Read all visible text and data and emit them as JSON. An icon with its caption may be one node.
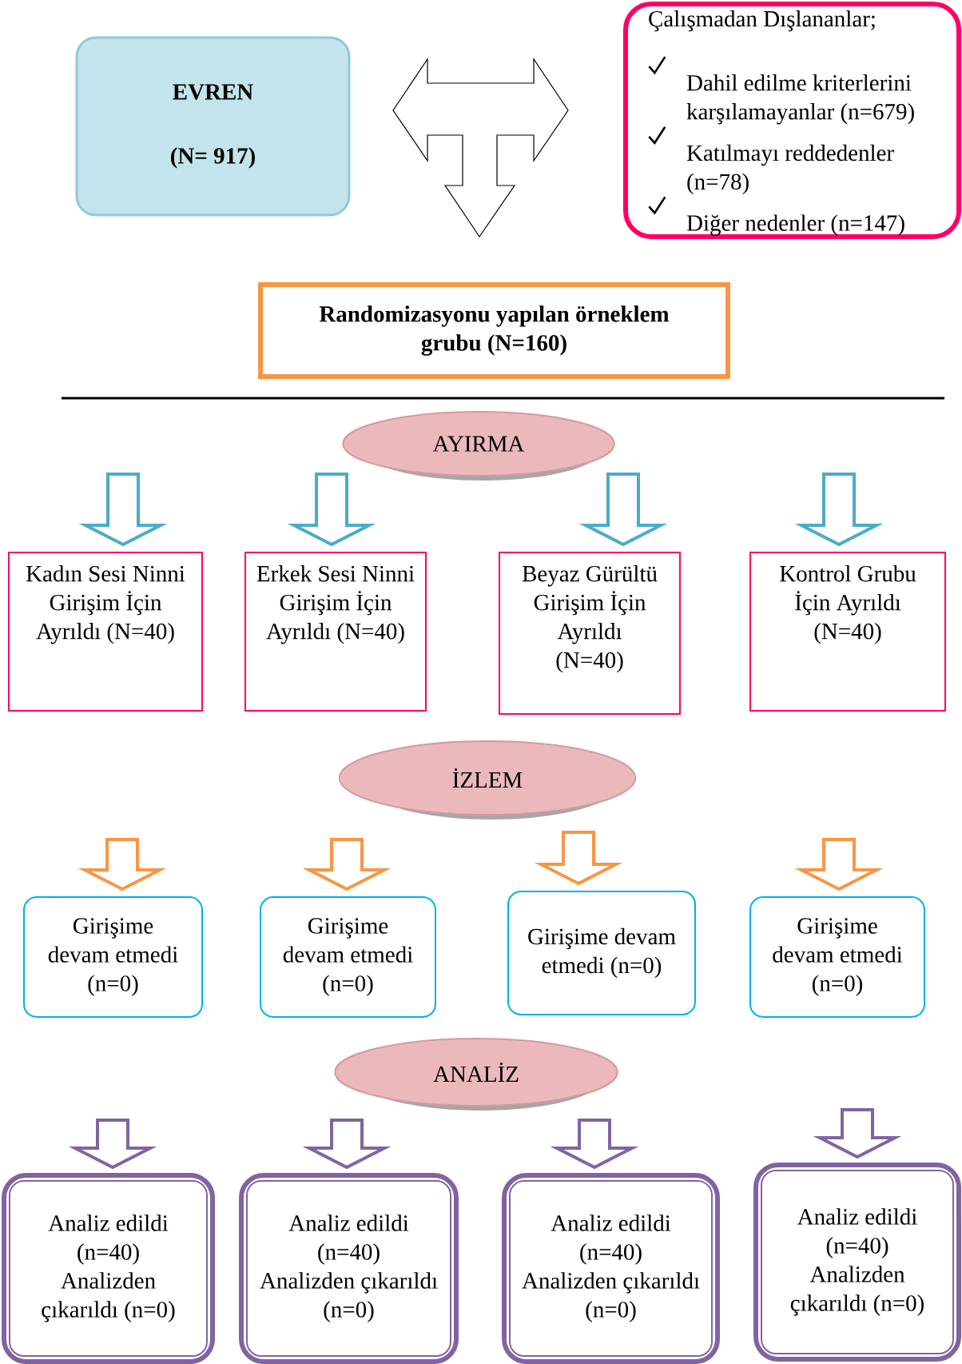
{
  "diagram": {
    "nodes": [
      {
        "text": [
          "EVREN",
          "(N= 917)"
        ]
      },
      {
        "text": [
          "Çalışmadan Dışlananlar;",
          "Dahil edilme kriterlerini karşılamayanlar (n=679)",
          "Katılmayı reddedenler (n=78)",
          "Diğer nedenler (n=147)"
        ]
      },
      {
        "text": [
          "Randomizasyonu yapılan örneklem grubu (N=160)"
        ]
      },
      {
        "text": [
          "AYIRMA"
        ]
      },
      {
        "text": [
          "Kadın Sesi Ninni Girişim İçin Ayrıldı (N=40)"
        ]
      },
      {
        "text": [
          "Erkek Sesi Ninni Girişim İçin Ayrıldı (N=40)"
        ]
      },
      {
        "text": [
          "Beyaz Gürültü Girişim İçin Ayrıldı (N=40)"
        ]
      },
      {
        "text": [
          "Kontrol Grubu İçin Ayrıldı (N=40)"
        ]
      },
      {
        "text": [
          "İZLEM"
        ]
      },
      {
        "text": [
          "Girişime devam etmedi (n=0)"
        ]
      },
      {
        "text": [
          "Girişime devam etmedi (n=0)"
        ]
      },
      {
        "text": [
          "Girişime devam etmedi (n=0)"
        ]
      },
      {
        "text": [
          "Girişime devam etmedi (n=0)"
        ]
      },
      {
        "text": [
          "ANALİZ"
        ]
      },
      {
        "text": [
          "Analiz edildi (n=40)",
          "Analizden çıkarıldı (n=0)"
        ]
      },
      {
        "text": [
          "Analiz edildi (n=40)",
          "Analizden çıkarıldı (n=0)"
        ]
      },
      {
        "text": [
          "Analiz edildi (n=40)",
          "Analizden çıkarıldı (n=0)"
        ]
      },
      {
        "text": [
          "Analiz edildi (n=40)",
          "Analizden çıkarıldı (n=0)"
        ]
      }
    ],
    "edges": [
      {
        "from": 0,
        "to": 1,
        "arrow": "both"
      },
      {
        "from": 0,
        "to": 2,
        "arrow": "both"
      },
      {
        "from": null,
        "to": 4,
        "arrow": "to",
        "color": "#4bacc6"
      },
      {
        "from": null,
        "to": 5,
        "arrow": "to",
        "color": "#4bacc6"
      },
      {
        "from": null,
        "to": 6,
        "arrow": "to",
        "color": "#4bacc6"
      },
      {
        "from": null,
        "to": 7,
        "arrow": "to",
        "color": "#4bacc6"
      },
      {
        "from": null,
        "to": 9,
        "arrow": "to",
        "color": "#f79646"
      },
      {
        "from": null,
        "to": 10,
        "arrow": "to",
        "color": "#f79646"
      },
      {
        "from": null,
        "to": 11,
        "arrow": "to",
        "color": "#f79646"
      },
      {
        "from": null,
        "to": 12,
        "arrow": "to",
        "color": "#f79646"
      },
      {
        "from": null,
        "to": 14,
        "arrow": "to",
        "color": "#8064a2"
      },
      {
        "from": null,
        "to": 15,
        "arrow": "to",
        "color": "#8064a2"
      },
      {
        "from": null,
        "to": 16,
        "arrow": "to",
        "color": "#8064a2"
      },
      {
        "from": null,
        "to": 17,
        "arrow": "to",
        "color": "#8064a2"
      }
    ]
  }
}
